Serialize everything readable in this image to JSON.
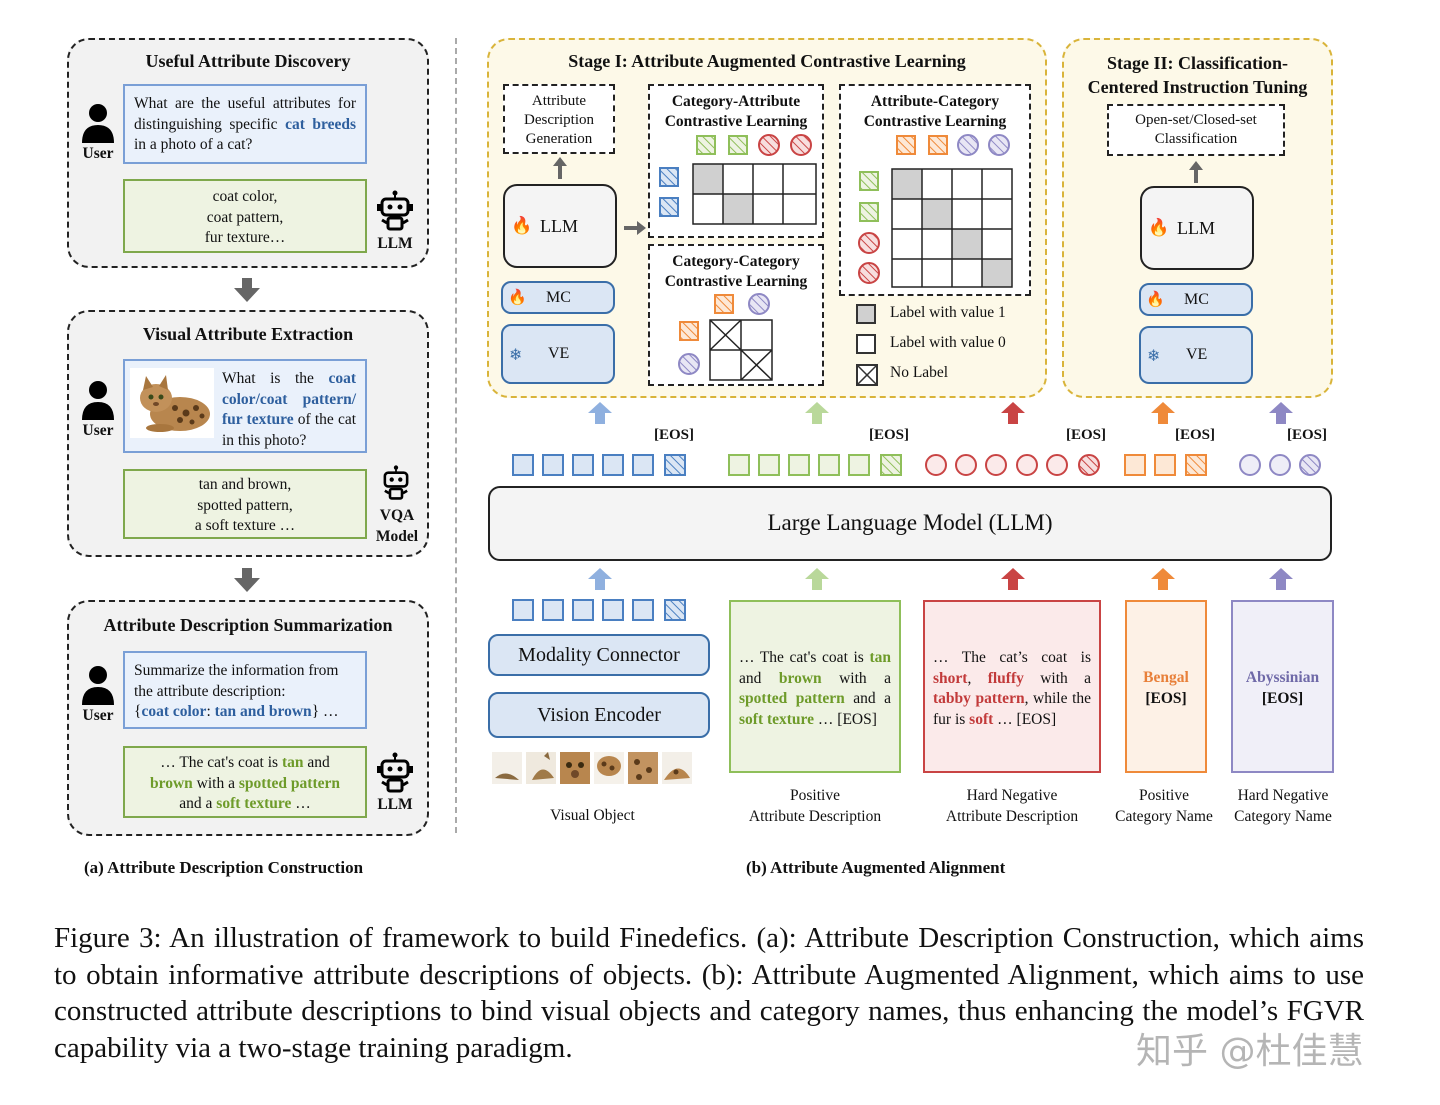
{
  "panel_a": {
    "discovery": {
      "title": "Useful Attribute Discovery",
      "user_label": "User",
      "question_pre": "What are the useful attributes for distinguishing specific ",
      "question_hl": "cat breeds",
      "question_post": " in a photo of a cat?",
      "answer_lines": [
        "coat color,",
        "coat pattern,",
        "fur texture…"
      ],
      "agent_label": "LLM"
    },
    "extraction": {
      "title": "Visual Attribute Extraction",
      "user_label": "User",
      "question_pre": "What is the ",
      "question_hl": "coat color/coat pattern/ fur texture",
      "question_post": " of the cat in this photo?",
      "answer_lines": [
        "tan and brown,",
        "spotted pattern,",
        "a soft texture …"
      ],
      "agent_label_1": "VQA",
      "agent_label_2": "Model"
    },
    "summarization": {
      "title": "Attribute Description Summarization",
      "user_label": "User",
      "question_line1": "Summarize the information from",
      "question_line2": "the attribute description:",
      "q3_open": "{",
      "q3_k": "coat color",
      "q3_colon": ": ",
      "q3_v": "tan and brown",
      "q3_close": "} …",
      "ans_1": "… The cat's coat is ",
      "ans_2": "tan",
      "ans_3": " and",
      "ans_4": "brown",
      "ans_5": " with a ",
      "ans_6": "spotted pattern",
      "ans_7": "and a ",
      "ans_8": "soft texture",
      "ans_9": " …",
      "agent_label": "LLM"
    },
    "caption": "(a) Attribute Description Construction"
  },
  "panel_b": {
    "stage1": {
      "title": "Stage I: Attribute Augmented Contrastive Learning",
      "attr_gen_lines": [
        "Attribute",
        "Description",
        "Generation"
      ],
      "llm": "LLM",
      "mc": "MC",
      "ve": "VE",
      "cat_attr_lines": [
        "Category-Attribute",
        "Contrastive Learning"
      ],
      "cat_cat_lines": [
        "Category-Category",
        "Contrastive Learning"
      ],
      "attr_cat_lines": [
        "Attribute-Category",
        "Contrastive Learning"
      ],
      "legend": [
        "Label with value 1",
        "Label with value 0",
        "No Label"
      ]
    },
    "stage2": {
      "title_lines": [
        "Stage II: Classification-",
        "Centered Instruction Tuning"
      ],
      "cls_lines": [
        "Open-set/Closed-set",
        "Classification"
      ],
      "llm": "LLM",
      "mc": "MC",
      "ve": "VE"
    },
    "eos": "[EOS]",
    "llm_bar": "Large Language Model (LLM)",
    "modality_connector": "Modality Connector",
    "vision_encoder": "Vision Encoder",
    "pos_desc": {
      "p1": "… The cat's coat is ",
      "p2": "tan",
      "p3": " and ",
      "p4": "brown",
      "p5": " with a ",
      "p6": "spotted pattern",
      "p7": " and a ",
      "p8": "soft texture",
      "p9": " … [EOS]"
    },
    "neg_desc": {
      "p1": "… The cat’s coat is ",
      "p2": "short",
      "p3": ", ",
      "p4": "fluffy",
      "p5": " with a ",
      "p6": "tabby pattern",
      "p7": ", while the fur is ",
      "p8": "soft",
      "p9": " … [EOS]"
    },
    "pos_name": "Bengal",
    "neg_name": "Abyssinian",
    "labels": {
      "visual": "Visual Object",
      "pos_desc_1": "Positive",
      "pos_desc_2": "Attribute Description",
      "neg_desc_1": "Hard Negative",
      "neg_desc_2": "Attribute Description",
      "pos_name_1": "Positive",
      "pos_name_2": "Category Name",
      "neg_name_1": "Hard Negative",
      "neg_name_2": "Category Name"
    },
    "caption": "(b) Attribute Augmented Alignment"
  },
  "figure_caption": "Figure 3: An illustration of framework to build Finedefics. (a): Attribute Description Construction, which aims to obtain informative attribute descriptions of objects. (b): Attribute Augmented Alignment, which aims to use constructed attribute descriptions to bind visual objects and category names, thus enhancing the model’s FGVR capability via a two-stage training paradigm.",
  "watermark": "知乎 @杜佳慧",
  "colors": {
    "blue": "#4a7fc1",
    "green": "#8fbf5a",
    "red": "#c94444",
    "orange": "#ef8a3a",
    "purple": "#8e88c4"
  },
  "icons": [
    "user-icon",
    "robot-icon",
    "flame-icon",
    "snowflake-icon",
    "arrow-down-icon",
    "arrow-up-icon",
    "cat-image"
  ]
}
